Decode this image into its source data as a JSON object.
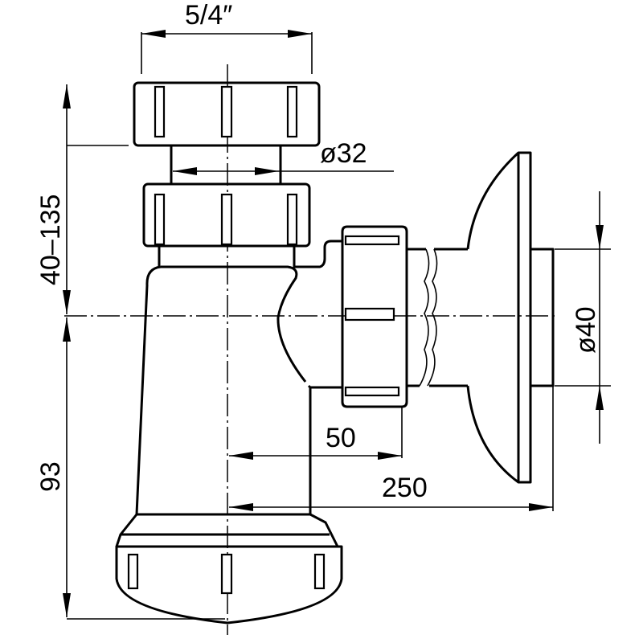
{
  "title": "Bottle trap dimension drawing",
  "dimensions": {
    "thread_size": "5/4″",
    "inlet_diameter": "ø32",
    "outlet_diameter": "ø40",
    "height_range": "40–135",
    "trap_height": "93",
    "outlet_offset": "50",
    "total_length": "250"
  }
}
